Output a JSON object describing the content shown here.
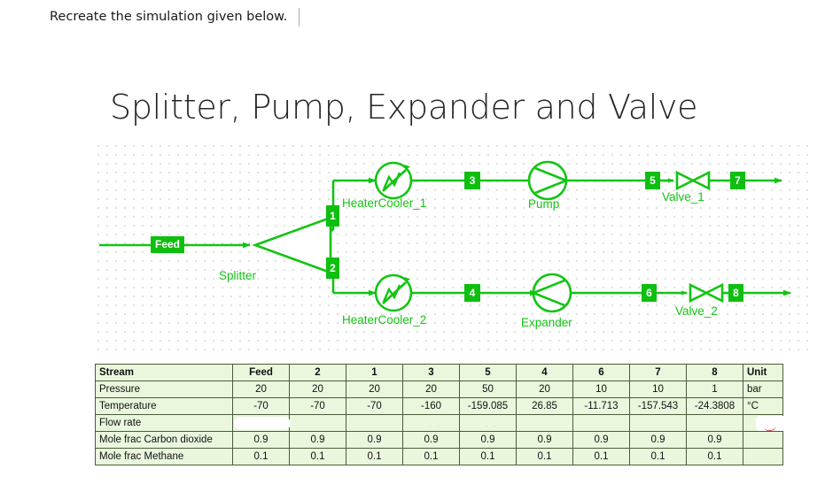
{
  "instruction": {
    "text": "Recreate the simulation given below."
  },
  "slide": {
    "title": "Splitter, Pump, Expander and Valve"
  },
  "flowsheet": {
    "accent_color": "#13c413",
    "blocks": [
      {
        "name": "Splitter",
        "label": "Splitter"
      },
      {
        "name": "HeaterCooler_1",
        "label": "HeaterCooler_1"
      },
      {
        "name": "HeaterCooler_2",
        "label": "HeaterCooler_2"
      },
      {
        "name": "Pump",
        "label": "Pump"
      },
      {
        "name": "Expander",
        "label": "Expander"
      },
      {
        "name": "Valve_1",
        "label": "Valve_1"
      },
      {
        "name": "Valve_2",
        "label": "Valve_2"
      }
    ],
    "streams": [
      {
        "name": "Feed",
        "label": "Feed"
      },
      {
        "name": "1",
        "label": "1"
      },
      {
        "name": "2",
        "label": "2"
      },
      {
        "name": "3",
        "label": "3"
      },
      {
        "name": "4",
        "label": "4"
      },
      {
        "name": "5",
        "label": "5"
      },
      {
        "name": "6",
        "label": "6"
      },
      {
        "name": "7",
        "label": "7"
      },
      {
        "name": "8",
        "label": "8"
      }
    ]
  },
  "table": {
    "headers": [
      "Stream",
      "Feed",
      "2",
      "1",
      "3",
      "5",
      "4",
      "6",
      "7",
      "8",
      "Unit"
    ],
    "rows": [
      {
        "label": "Pressure",
        "values": [
          "20",
          "20",
          "20",
          "20",
          "50",
          "20",
          "10",
          "10",
          "1"
        ],
        "unit": "bar"
      },
      {
        "label": "Temperature",
        "values": [
          "-70",
          "-70",
          "-70",
          "-160",
          "-159.085",
          "26.85",
          "-11.713",
          "-157.543",
          "-24.3808"
        ],
        "unit": "°C"
      },
      {
        "label": "Flow rate",
        "values": [
          "",
          "",
          "",
          "",
          "",
          "",
          "",
          "",
          ""
        ],
        "unit": ""
      },
      {
        "label": "Mole frac Carbon dioxide",
        "values": [
          "0.9",
          "0.9",
          "0.9",
          "0.9",
          "0.9",
          "0.9",
          "0.9",
          "0.9",
          "0.9"
        ],
        "unit": ""
      },
      {
        "label": "Mole frac Methane",
        "values": [
          "0.1",
          "0.1",
          "0.1",
          "0.1",
          "0.1",
          "0.1",
          "0.1",
          "0.1",
          "0.1"
        ],
        "unit": ""
      }
    ]
  }
}
